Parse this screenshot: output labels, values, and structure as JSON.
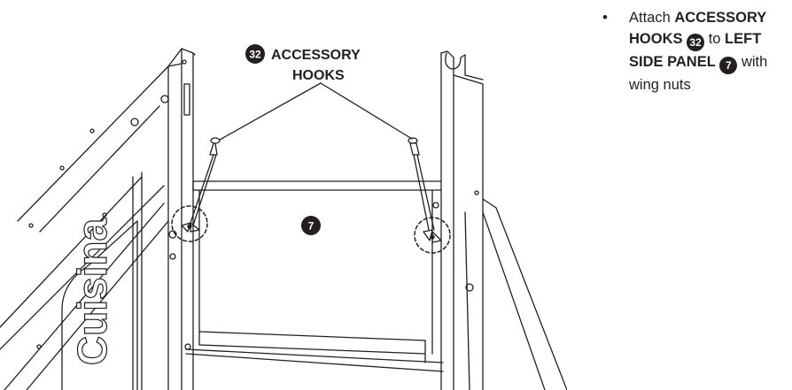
{
  "callout": {
    "number": "32",
    "line1": "ACCESSORY",
    "line2": "HOOKS"
  },
  "panel_badge": "7",
  "brand_text": "Cuisina",
  "instruction": {
    "bullet": "•",
    "prefix": "Attach ",
    "part_a_line1": "ACCESSORY",
    "part_a_line2": "HOOKS",
    "part_a_number": "32",
    "connector": " to ",
    "part_b_line1": "LEFT",
    "part_b_line2": "SIDE PANEL",
    "part_b_number": "7",
    "suffix_line1": " with",
    "suffix_line2": "wing nuts"
  }
}
